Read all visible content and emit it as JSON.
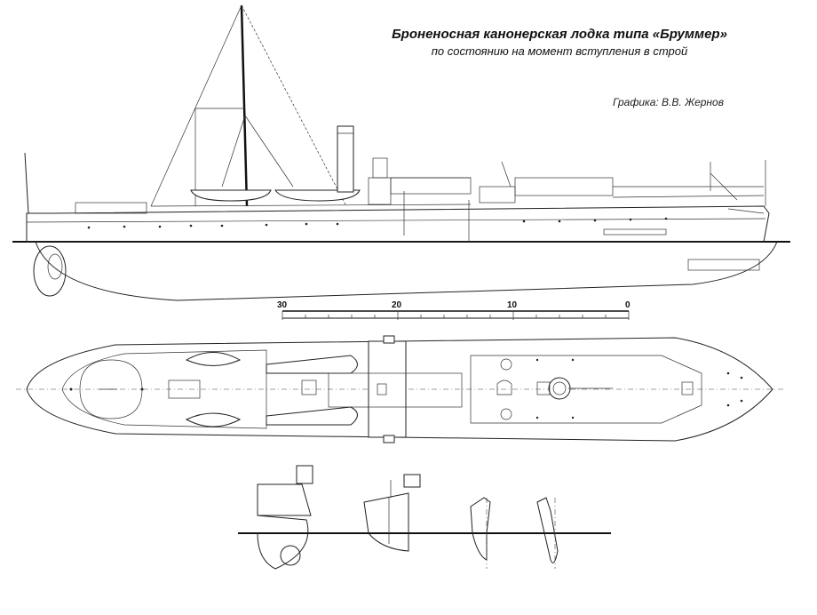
{
  "header": {
    "title": "Броненосная канонерская лодка типа «Бруммер»",
    "subtitle": "по состоянию на момент вступления в строй",
    "credit": "Графика: В.В. Жернов"
  },
  "scale": {
    "labels": [
      "30",
      "20",
      "10",
      "0"
    ]
  },
  "colors": {
    "ink": "#222222",
    "paper": "#ffffff"
  }
}
